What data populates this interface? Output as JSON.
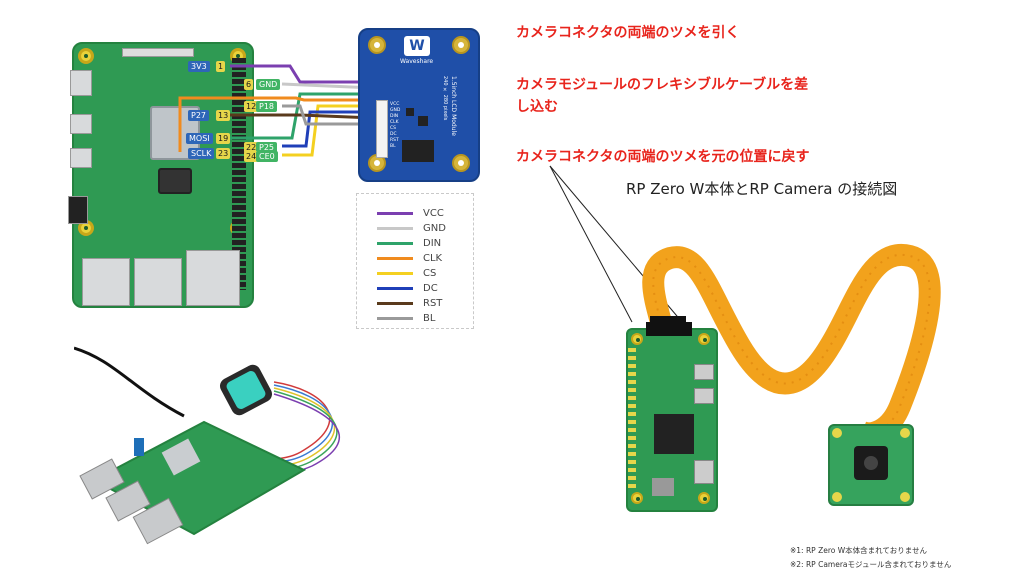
{
  "pi_pins": {
    "v3v3": "3V3",
    "pin1": "1",
    "pin6": "6",
    "gnd": "GND",
    "p27": "P27",
    "pin13": "13",
    "pin12": "12",
    "p18": "P18",
    "mosi": "MOSI",
    "pin19": "19",
    "pin22": "22",
    "p25": "P25",
    "sclk": "SCLK",
    "pin23": "23",
    "pin24": "24",
    "ce0": "CE0"
  },
  "lcd": {
    "logo": "W",
    "brand": "Waveshare",
    "module_label": "1.5inch LCD Module",
    "resolution": "240 × 280 pixels",
    "pins": [
      "VCC",
      "GND",
      "DIN",
      "CLK",
      "CS",
      "DC",
      "RST",
      "BL"
    ]
  },
  "legend": [
    {
      "label": "VCC",
      "color": "#7b3fb0"
    },
    {
      "label": "GND",
      "color": "#c8c8c8"
    },
    {
      "label": "DIN",
      "color": "#2ea36a"
    },
    {
      "label": "CLK",
      "color": "#f08b1e"
    },
    {
      "label": "CS",
      "color": "#f4d020"
    },
    {
      "label": "DC",
      "color": "#1f3fb8"
    },
    {
      "label": "RST",
      "color": "#5a3a1c"
    },
    {
      "label": "BL",
      "color": "#9a9a9a"
    }
  ],
  "instructions": {
    "step1": "カメラコネクタの両端のツメを引く",
    "step2_line1": "カメラモジュールのフレキシブルケーブルを差",
    "step2_line2": "し込む",
    "step3": "カメラコネクタの両端のツメを元の位置に戻す"
  },
  "caption": "RP Zero W本体とRP Camera の接続図",
  "notes": {
    "note1": "※1: RP Zero W本体含まれておりません",
    "note2": "※2: RP Cameraモジュール含まれておりません"
  },
  "colors": {
    "instruction_red": "#e8241c",
    "pcb_green": "#2f9a53",
    "lcd_blue": "#1f4fa8",
    "cable_orange": "#f2a21c"
  }
}
